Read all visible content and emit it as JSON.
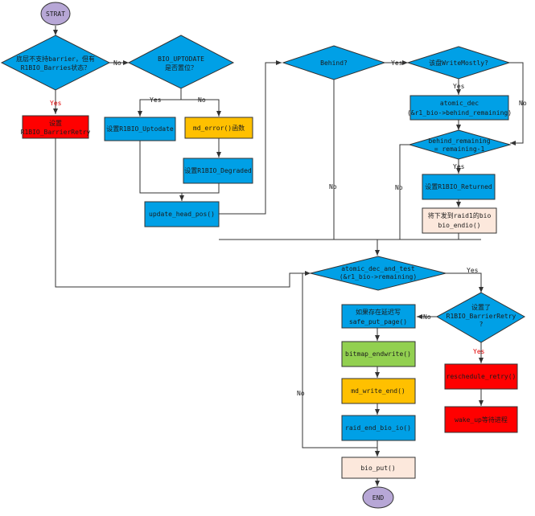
{
  "colors": {
    "terminal": "#b7a7d6",
    "decision": "#00a0e6",
    "process_blue": "#00a0e6",
    "process_red": "#ff0000",
    "process_orange": "#ffc000",
    "process_green": "#92d050",
    "process_peach": "#fce8dc",
    "edge_red_label": "#e00000"
  },
  "nodes": {
    "start": "STRAT",
    "end": "END",
    "d_barrier": [
      "底层不支持barrier，但有",
      "R1BIO_Barries状态？"
    ],
    "set_barrier_retry": [
      "设置",
      "R1BIO_BarrierRetry"
    ],
    "d_uptodate": [
      "BIO_UPTODATE",
      "是否置位？"
    ],
    "set_uptodate": "设置R1BIO_Uptodate",
    "md_error": "md_error()函数",
    "set_degraded": "设置R1BIO_Degraded",
    "update_head_pos": "update_head_pos()",
    "d_behind": "Behind?",
    "d_writemostly": "该盘WriteMostly?",
    "atomic_dec": [
      "atomic_dec",
      "(&r1_bio->behind_remaining)"
    ],
    "d_behind_remaining": [
      "behind_remaining",
      "= remaining-1"
    ],
    "set_returned": "设置R1BIO_Returned",
    "call_endio": [
      "将下发到raid1的bio",
      "bio_endio()"
    ],
    "d_atomic_test": [
      "atomic_dec_and_test",
      "(&r1_bio->remaining)"
    ],
    "d_barrier_retry": [
      "设置了",
      "R1BIO_BarrierRetry",
      "?"
    ],
    "reschedule_retry": "reschedule_retry()",
    "wake_up": "wake_up等待进程",
    "safe_put_page": [
      "如果存在延迟写",
      "safe_put_page()"
    ],
    "bitmap_endwrite": "bitmap_endwrite()",
    "md_write_end": "md_write_end()",
    "raid_end_bio_io": "raid_end_bio_io()",
    "bio_put": "bio_put()"
  },
  "labels": {
    "yes": "Yes",
    "no": "No"
  }
}
